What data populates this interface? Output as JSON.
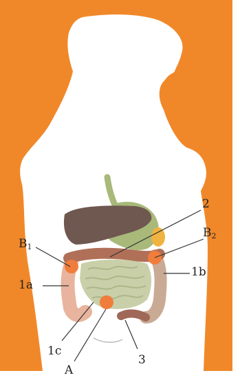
{
  "colors": {
    "background": "#f0882a",
    "silhouette": "#ffffff",
    "liver": "#6f5850",
    "stomach": "#a8b97a",
    "gallbladder": "#f0b341",
    "transverse_colon": "#b07058",
    "small_intestine": "#c9cfa8",
    "ascending_colon": "#e8b49d",
    "descending_colon": "#c9aa95",
    "sigmoid_colon": "#a06858",
    "marker": "#f07d3b",
    "leader_line": "#333333"
  },
  "labels": {
    "two": "2",
    "b1_letter": "B",
    "b1_sub": "1",
    "b2_letter": "B",
    "b2_sub": "2",
    "one_a": "1a",
    "one_b": "1b",
    "one_c": "1c",
    "a": "A",
    "three": "3"
  }
}
